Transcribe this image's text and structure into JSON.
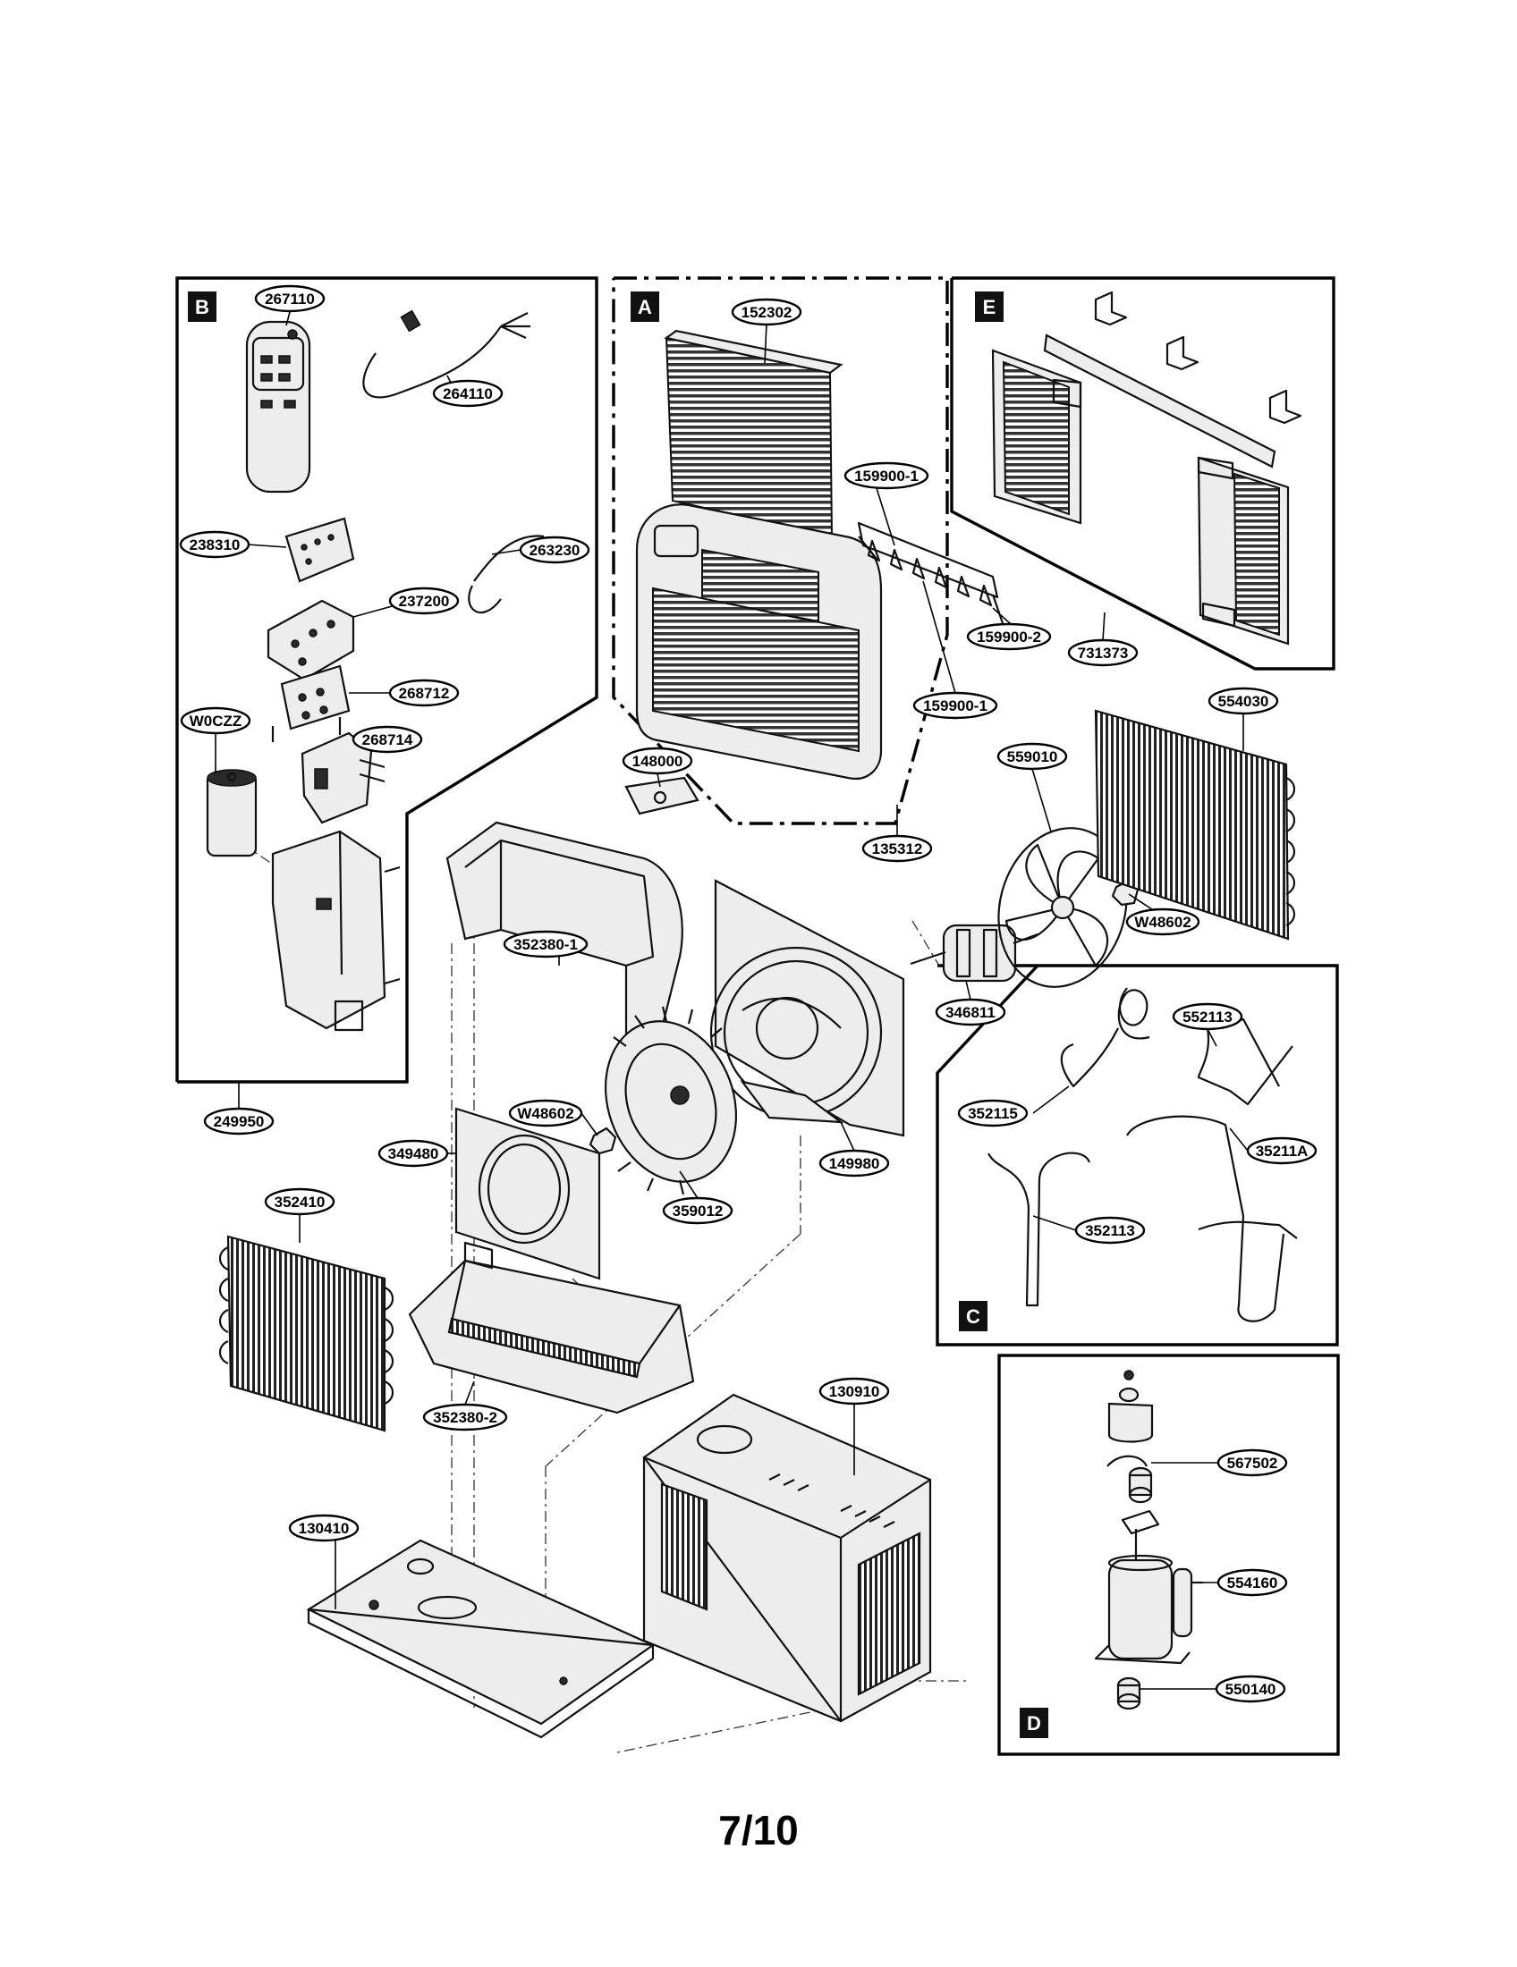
{
  "page_number": "7/10",
  "sections": [
    {
      "id": "A"
    },
    {
      "id": "B"
    },
    {
      "id": "C"
    },
    {
      "id": "D"
    },
    {
      "id": "E"
    }
  ],
  "callouts": {
    "b_267110": "267110",
    "b_264110": "264110",
    "b_238310": "238310",
    "b_263230": "263230",
    "b_237200": "237200",
    "b_268712": "268712",
    "b_w0czz": "W0CZZ",
    "b_268714": "268714",
    "b_249950": "249950",
    "a_152302": "152302",
    "a_159900_1_top": "159900-1",
    "a_159900_2": "159900-2",
    "a_159900_1_bottom": "159900-1",
    "a_135312": "135312",
    "e_731373": "731373",
    "m_148000": "148000",
    "m_554030": "554030",
    "m_559010": "559010",
    "m_w48602_right": "W48602",
    "m_352380_1": "352380-1",
    "m_346811": "346811",
    "m_w48602_left": "W48602",
    "m_349480": "349480",
    "m_149980": "149980",
    "m_359012": "359012",
    "m_352410": "352410",
    "m_352380_2": "352380-2",
    "m_130910": "130910",
    "m_130410": "130410",
    "c_552113_top": "552113",
    "c_352115": "352115",
    "c_35211a": "35211A",
    "c_352113": "352113",
    "d_567502": "567502",
    "d_554160": "554160",
    "d_550140": "550140"
  }
}
